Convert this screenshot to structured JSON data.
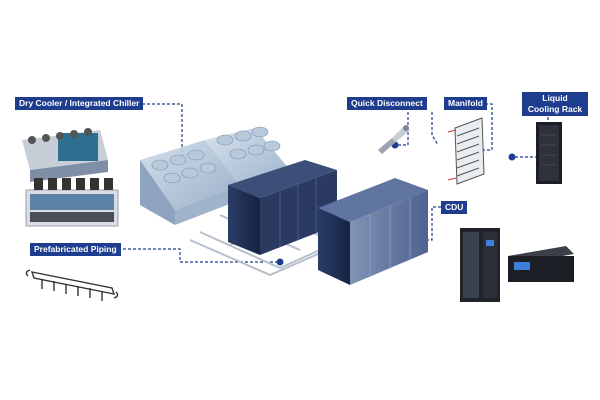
{
  "labels": {
    "dry_cooler": "Dry Cooler / Integrated Chiller",
    "quick_disconnect": "Quick Disconnect",
    "manifold": "Manifold",
    "liquid_cooling_rack": "Liquid Cooling Rack",
    "prefabricated_piping": "Prefabricated Piping",
    "cdu": "CDU"
  },
  "colors": {
    "label_bg": "#1e3d8f",
    "connector": "#1e3d8f",
    "unit_light": "#a9bfd6",
    "rack_dark": "#1f2d4f"
  }
}
